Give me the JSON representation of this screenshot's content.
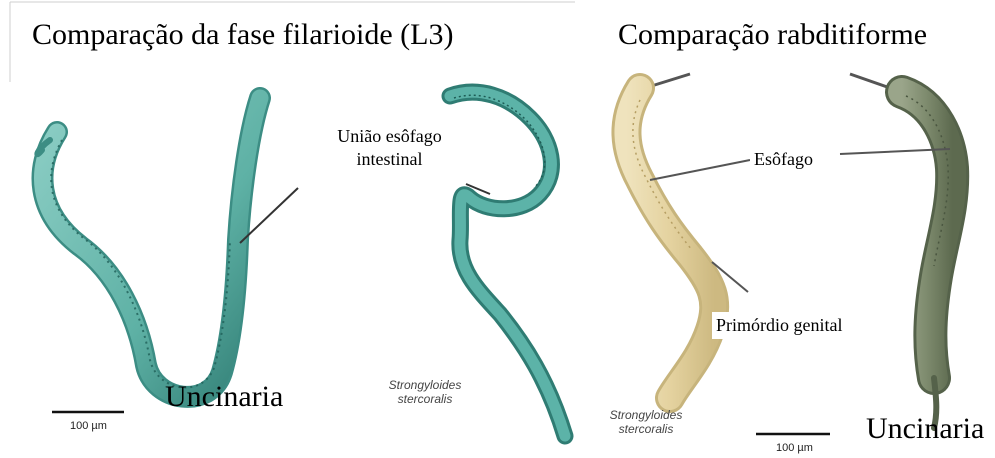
{
  "left": {
    "heading": "Comparação da fase filarioide (L3)",
    "pointer_label_line1": "União esôfago",
    "pointer_label_line2": "intestinal",
    "species_left": "Uncinaria",
    "species_right_line1": "Strongyloides",
    "species_right_line2": "stercoralis",
    "scale": "100 µm"
  },
  "right": {
    "heading": "Comparação rabditiforme",
    "esophagus_label": "Esôfago",
    "genital_label": "Primórdio genital",
    "species_left_line1": "Strongyloides",
    "species_left_line2": "stercoralis",
    "species_right": "Uncinaria",
    "scale": "100 µm"
  }
}
